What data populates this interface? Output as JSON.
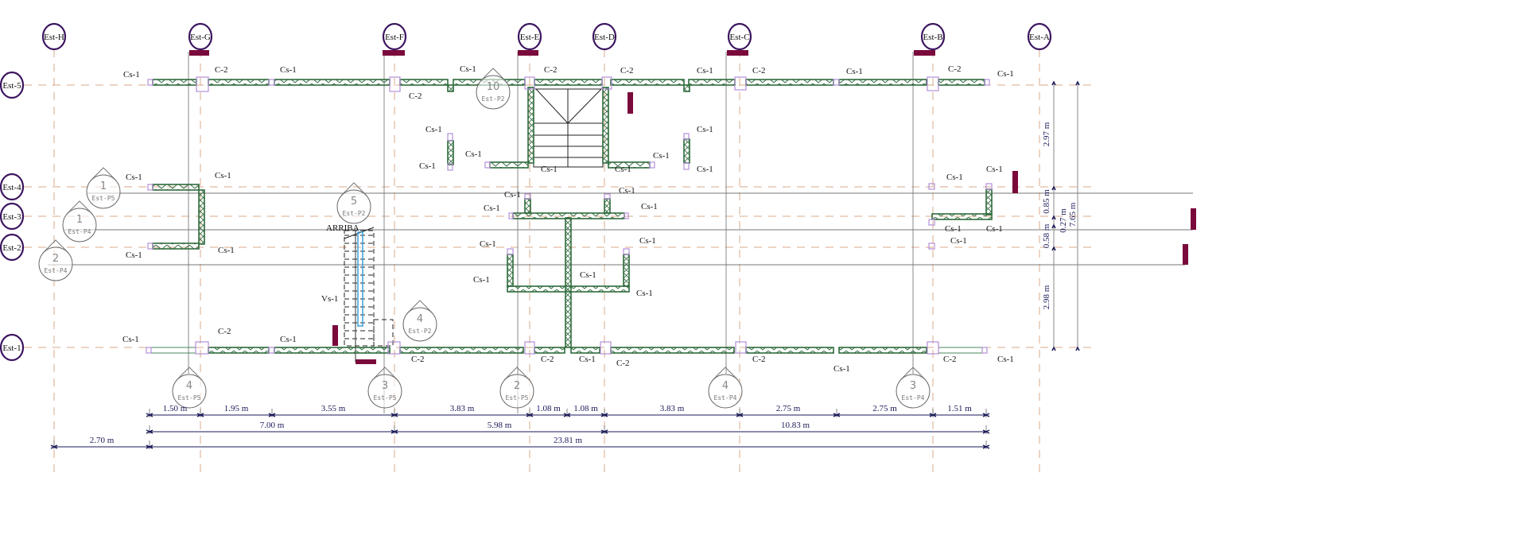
{
  "colors": {
    "grid_bubble": "#3c1560",
    "grid_line": "#d9a88a",
    "wall": "#2e6b3c",
    "wall_edge": "#3aa0d8",
    "column": "#b48fd8",
    "marker": "#7a0a3c",
    "dimension": "#1a1a5a"
  },
  "grid": {
    "vertical": [
      "Est-H",
      "Est-G",
      "Est-F",
      "Est-E",
      "Est-D",
      "Est-C",
      "Est-B",
      "Est-A"
    ],
    "horizontal": [
      "Est-5",
      "Est-4",
      "Est-3",
      "Est-2",
      "Est-1"
    ]
  },
  "annotations": [
    "Cs-1",
    "C-2",
    "Cs-1",
    "C-2",
    "Cs-1",
    "C-2",
    "C-2",
    "Cs-1",
    "C-2",
    "Cs-1",
    "C-2",
    "Cs-1",
    "Cs-1",
    "Cs-1",
    "Cs-1",
    "Cs-1",
    "Cs-1",
    "Cs-1",
    "Cs-1",
    "Cs-1",
    "Cs-1",
    "Cs-1",
    "Cs-1",
    "Cs-1",
    "Cs-1",
    "Cs-1",
    "Cs-1",
    "Cs-1",
    "Cs-1",
    "Cs-1",
    "Cs-1",
    "Cs-1",
    "Cs-1",
    "Cs-1",
    "Cs-1",
    "Cs-1",
    "Cs-1",
    "Cs-1",
    "Cs-1",
    "C-2",
    "Cs-1",
    "C-2",
    "C-2",
    "Cs-1",
    "C-2",
    "C-2",
    "Cs-1",
    "C-2",
    "Cs-1",
    "ARRIBA",
    "Vs-1"
  ],
  "section_marks": [
    {
      "number": "1",
      "ref": "Est-P5"
    },
    {
      "number": "1",
      "ref": "Est-P4"
    },
    {
      "number": "2",
      "ref": "Est-P4"
    },
    {
      "number": "5",
      "ref": "Est-P2"
    },
    {
      "number": "10",
      "ref": "Est-P2"
    },
    {
      "number": "4",
      "ref": "Est-P2"
    },
    {
      "number": "4",
      "ref": "Est-P5"
    },
    {
      "number": "3",
      "ref": "Est-P5"
    },
    {
      "number": "2",
      "ref": "Est-P5"
    },
    {
      "number": "4",
      "ref": "Est-P4"
    },
    {
      "number": "3",
      "ref": "Est-P4"
    }
  ],
  "dimensions": {
    "row1": [
      "1.50 m",
      "1.95 m",
      "3.55 m",
      "3.83 m",
      "1.08 m",
      "1.08 m",
      "3.83 m",
      "2.75 m",
      "2.75 m",
      "1.51 m"
    ],
    "row2": [
      "7.00 m",
      "5.98 m",
      "10.83 m"
    ],
    "row3": [
      "2.70 m",
      "23.81 m"
    ],
    "vertical": [
      "2.97 m",
      "0.85 m",
      "0.27 m",
      "0.58 m",
      "2.98 m",
      "7.65 m"
    ]
  }
}
